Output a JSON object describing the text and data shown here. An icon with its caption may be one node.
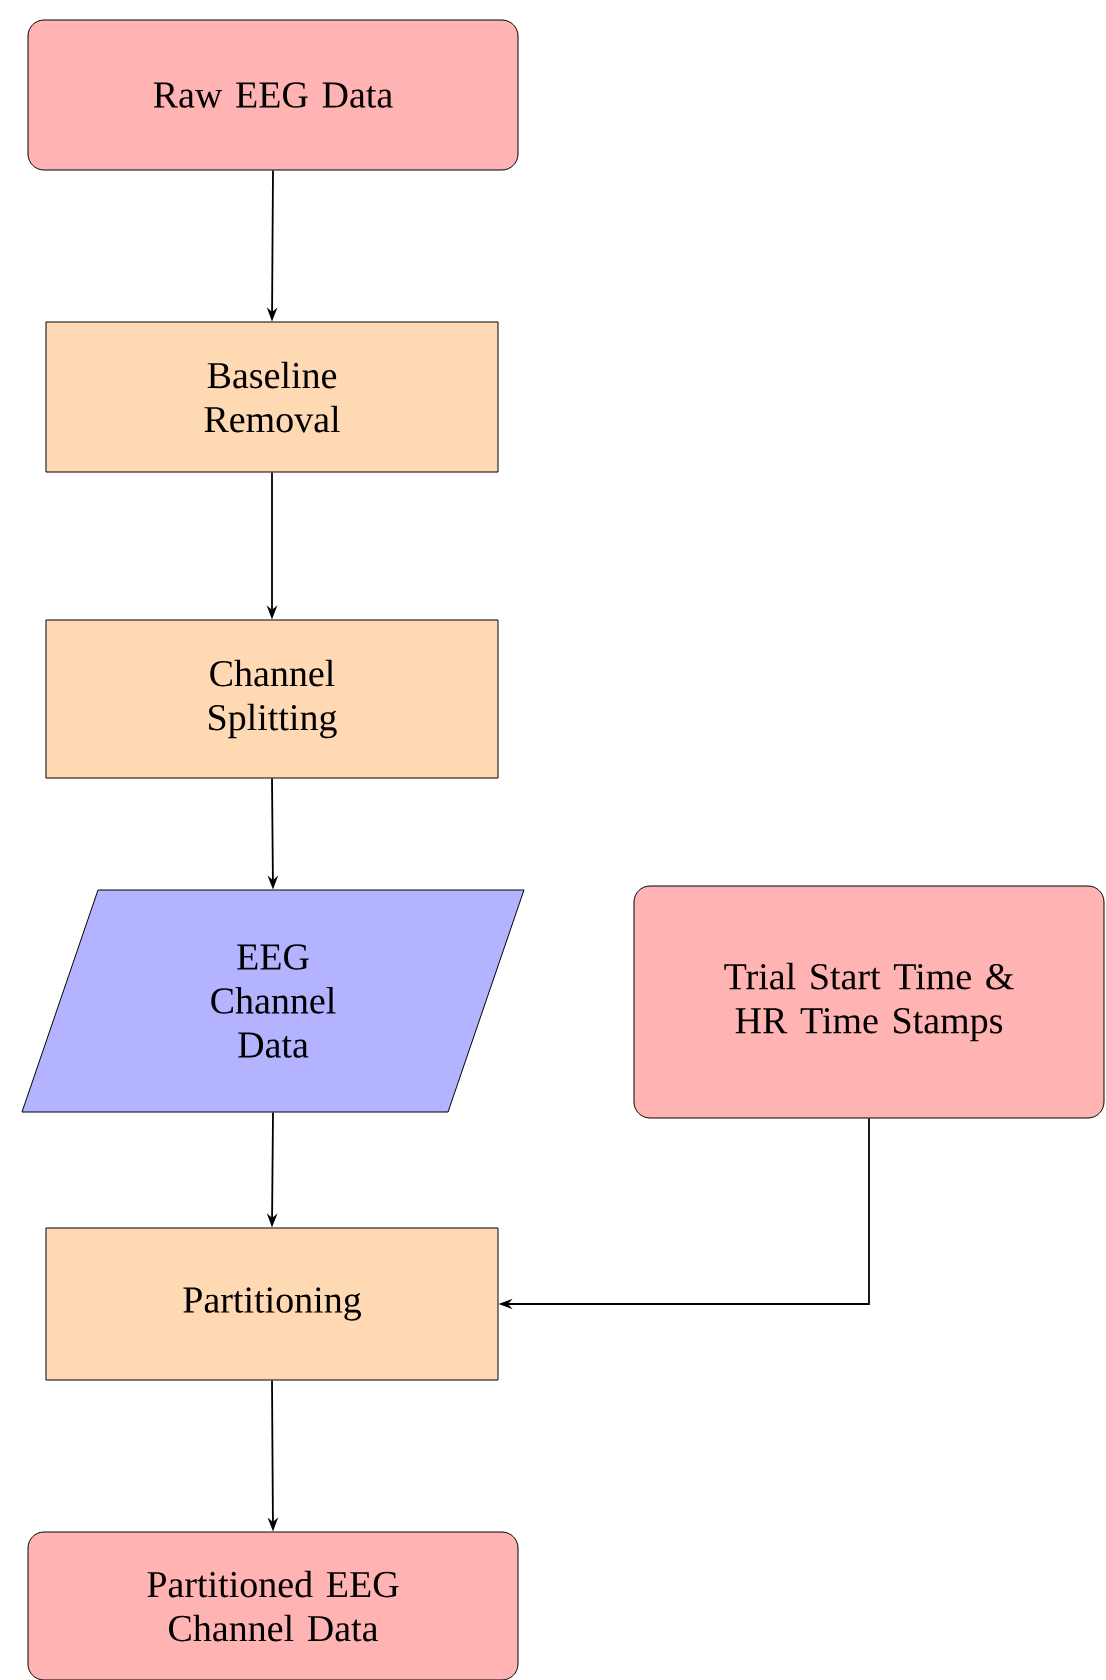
{
  "diagram": {
    "nodes": [
      {
        "text": [
          "Raw EEG Data"
        ]
      },
      {
        "text": [
          "Baseline Removal"
        ]
      },
      {
        "text": [
          "Channel Splitting"
        ]
      },
      {
        "text": [
          "EEG Channel Data"
        ]
      },
      {
        "text": [
          "Trial Start Time & HR Time Stamps"
        ]
      },
      {
        "text": [
          "Partitioning"
        ]
      },
      {
        "text": [
          "Partitioned EEG Channel Data"
        ]
      }
    ],
    "edges": [
      {
        "from": 0,
        "to": 1,
        "arrow": "to"
      },
      {
        "from": 1,
        "to": 2,
        "arrow": "to"
      },
      {
        "from": 2,
        "to": 3,
        "arrow": "to"
      },
      {
        "from": 3,
        "to": 5,
        "arrow": "to"
      },
      {
        "from": 4,
        "to": 5,
        "arrow": "to"
      },
      {
        "from": 5,
        "to": 6,
        "arrow": "to"
      }
    ]
  }
}
